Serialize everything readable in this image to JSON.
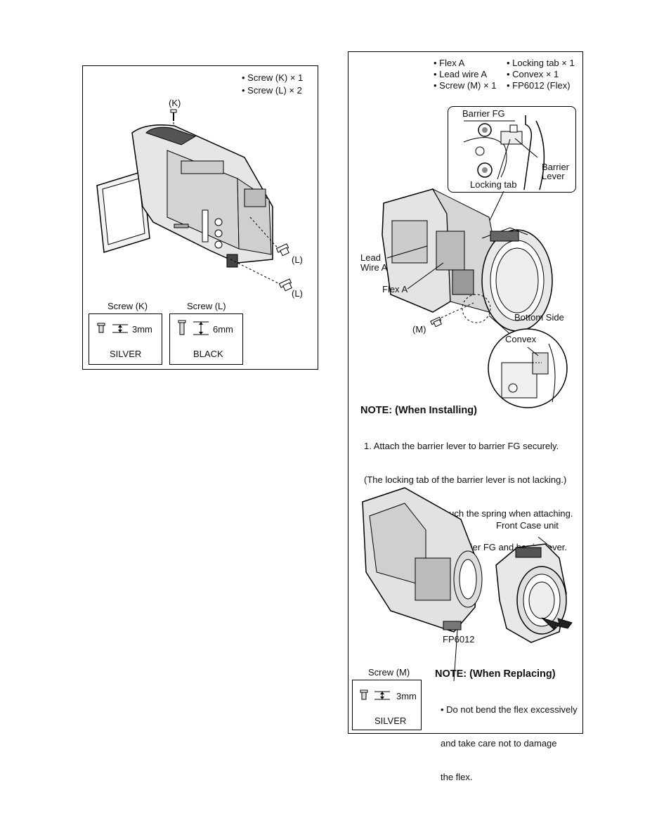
{
  "left_panel": {
    "parts": [
      "• Screw (K) × 1",
      "• Screw (L) × 2"
    ],
    "callouts": {
      "k": "(K)",
      "l1": "(L)",
      "l2": "(L)"
    },
    "screw_k": {
      "title": "Screw (K)",
      "length": "3mm",
      "color": "SILVER"
    },
    "screw_l": {
      "title": "Screw (L)",
      "length": "6mm",
      "color": "BLACK"
    }
  },
  "right_panel": {
    "parts_col1": [
      "• Flex A",
      "• Lead wire A",
      "• Screw (M) × 1"
    ],
    "parts_col2": [
      "• Locking tab × 1",
      "• Convex × 1",
      "• FP6012 (Flex)"
    ],
    "detail": {
      "barrier_fg": "Barrier FG",
      "barrier_lever_1": "Barrier",
      "barrier_lever_2": "Lever",
      "locking_tab": "Locking tab"
    },
    "callouts": {
      "lead_wire_1": "Lead",
      "lead_wire_2": "Wire A",
      "flex_a": "Flex A",
      "m": "(M)",
      "bottom_side": "Bottom Side",
      "convex": "Convex",
      "front_case": "Front Case unit",
      "fp6012": "FP6012"
    },
    "note_install": {
      "title": "NOTE: (When Installing)",
      "lines": [
        "1. Attach the barrier lever to barrier FG securely.",
        "    (The locking tab of the barrier lever is not lacking.)",
        "2. Take care not to touch the spring when attaching.",
        "3. Do not damege the barrier FG and barrier lever."
      ]
    },
    "screw_m": {
      "title": "Screw (M)",
      "length": "3mm",
      "color": "SILVER"
    },
    "note_replace": {
      "title": "NOTE: (When Replacing)",
      "lines": [
        "• Do not bend the flex excessively",
        "   and take care not to damage",
        "   the flex."
      ]
    }
  }
}
